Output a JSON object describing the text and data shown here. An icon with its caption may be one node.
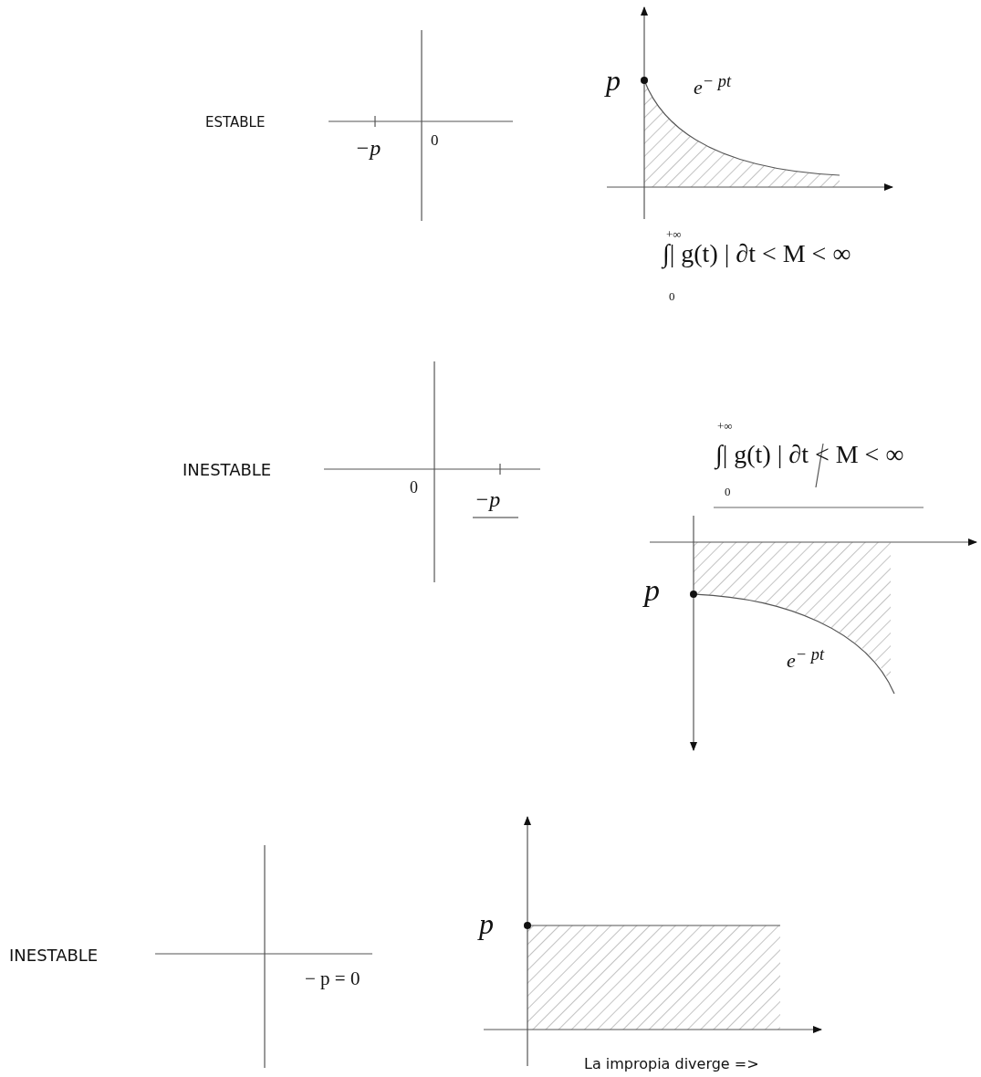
{
  "diagram": {
    "labels": [
      "ESTABLE",
      "−p",
      "0",
      "p",
      "e$^{− pt}$",
      "+∞",
      "∫| g(t) | ∂t < M  < ∞",
      "0",
      "INESTABLE",
      "+∞",
      "∫| g(t) | ∂t < M  < ∞",
      "0",
      "−p",
      "0",
      "p",
      "e$^{− pt}$",
      "INESTABLE",
      "p",
      "− p = 0",
      "La impropia diverge =>"
    ]
  }
}
